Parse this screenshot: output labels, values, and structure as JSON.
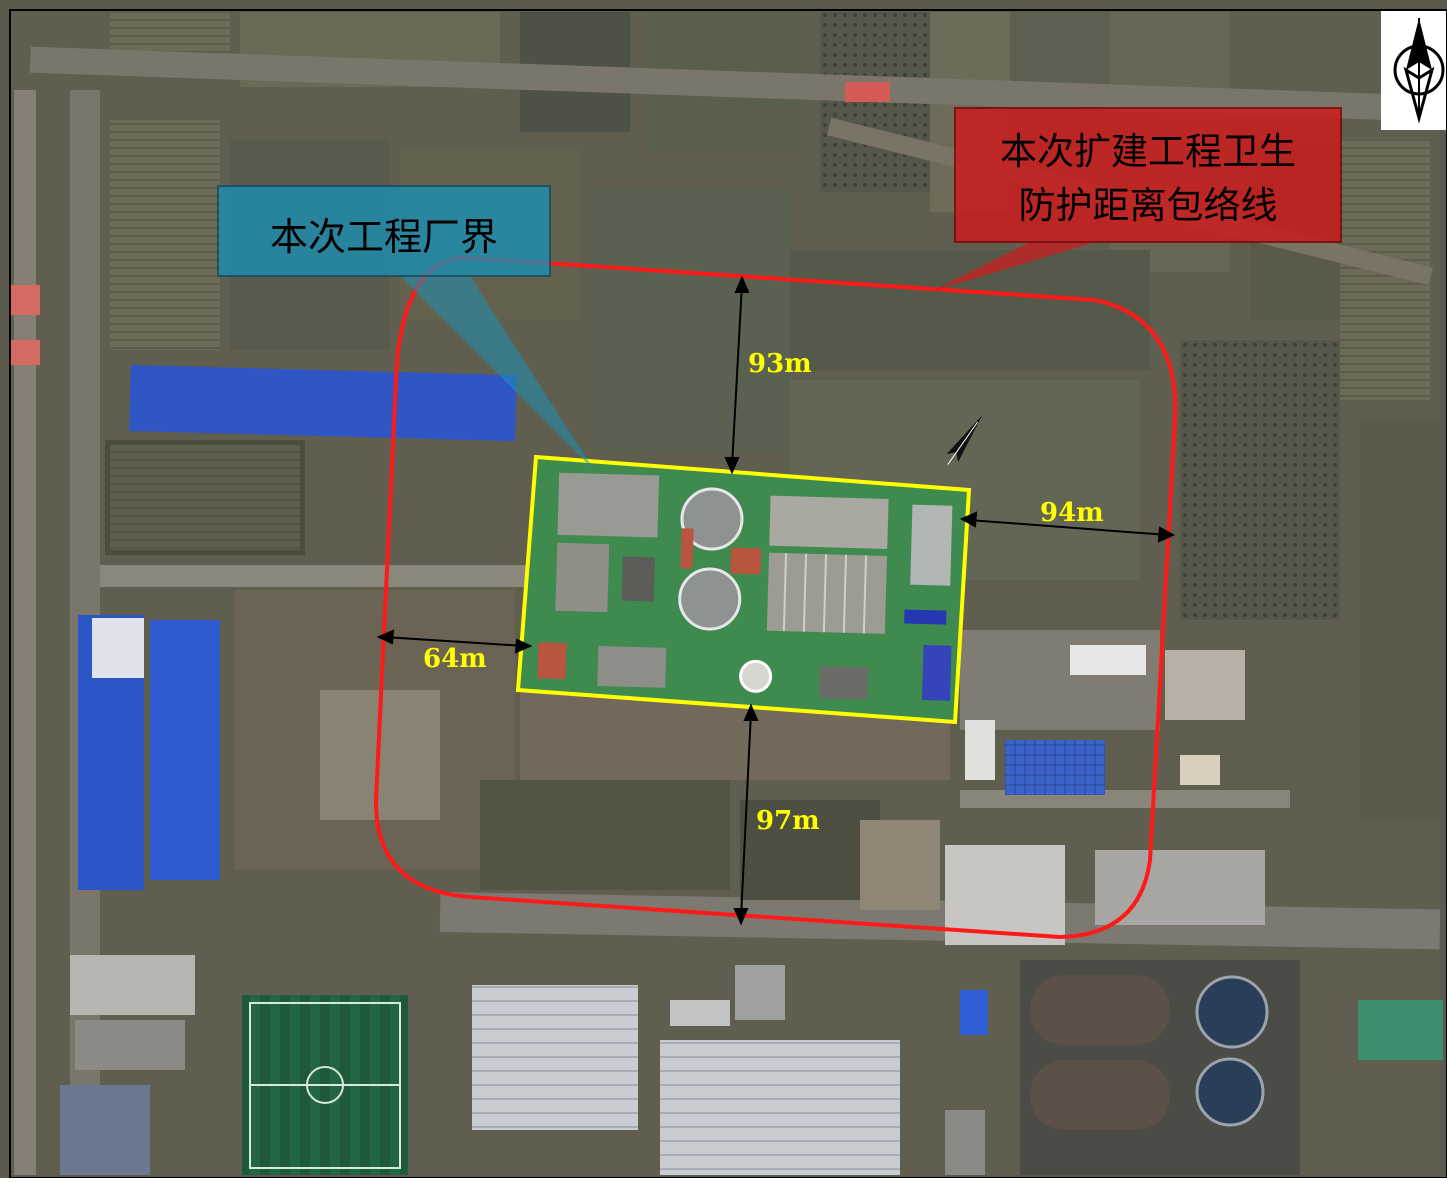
{
  "callouts": {
    "plant_boundary": "本次工程厂界",
    "protection_line_1": "本次扩建工程卫生",
    "protection_line_2": "防护距离包络线"
  },
  "distances": {
    "north": "93m",
    "east": "94m",
    "west": "64m",
    "south": "97m"
  },
  "compass": {
    "icon": "north-arrow-icon"
  },
  "colors": {
    "boundary": "#ffff00",
    "envelope": "#ff1a1a",
    "label_text": "#ffff00",
    "callout_blue": "#1b8fb5",
    "callout_red": "#c81e1e"
  }
}
